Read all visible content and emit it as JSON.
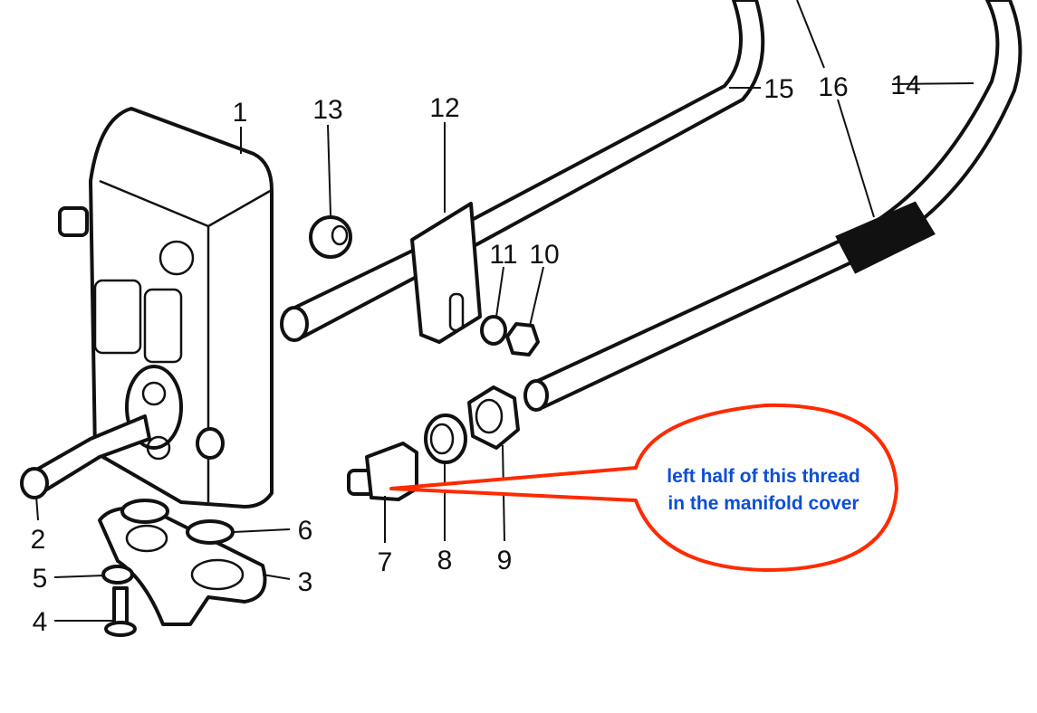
{
  "diagram": {
    "part_numbers": [
      "1",
      "2",
      "3",
      "4",
      "5",
      "6",
      "7",
      "8",
      "9",
      "10",
      "11",
      "12",
      "13",
      "14",
      "15",
      "16"
    ],
    "callout": {
      "line1": "left half of this thread",
      "line2": "in the manifold cover",
      "outline_color": "#ff2a00",
      "text_color": "#0b4fd6"
    }
  }
}
